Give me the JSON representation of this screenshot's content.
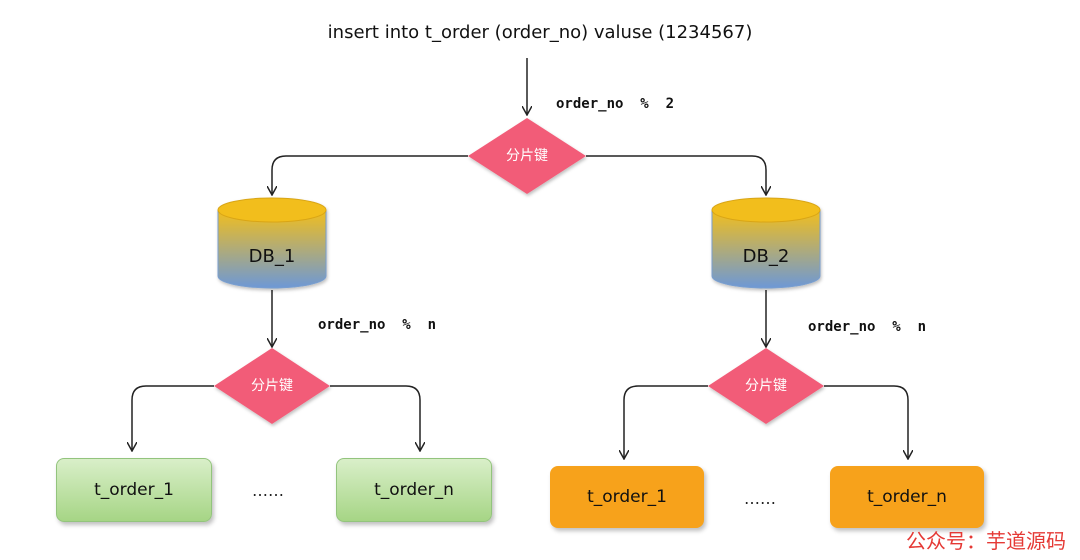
{
  "sql": "insert into t_order (order_no)  valuse (1234567)",
  "conditions": {
    "top": "order_no  %  2",
    "left": "order_no  %  n",
    "right": "order_no  %  n"
  },
  "shard_key_label": "分片键",
  "databases": [
    "DB_1",
    "DB_2"
  ],
  "tables": {
    "left": [
      "t_order_1",
      "t_order_n"
    ],
    "right": [
      "t_order_1",
      "t_order_n"
    ],
    "ellipsis": "……"
  },
  "watermark": "公众号：芋道源码",
  "colors": {
    "diamond": "#f25c78",
    "db_top": "#f2be1c",
    "db_bottom": "#6d98d6",
    "green_box": "#a6d585",
    "orange_box": "#f7a21b",
    "watermark": "#e53935"
  }
}
